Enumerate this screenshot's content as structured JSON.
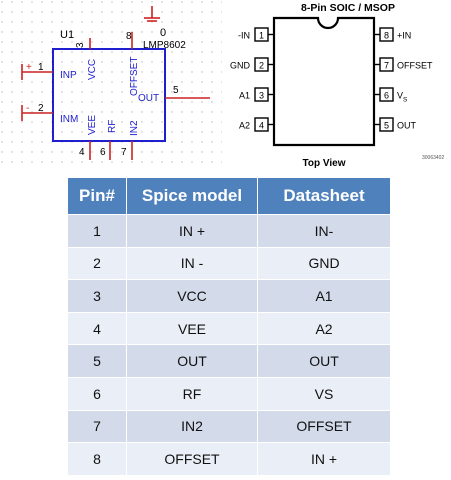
{
  "schematic": {
    "ref": "U1",
    "part": "LMP8602",
    "gnd_node": "0",
    "pin_labels": {
      "inp": "INP",
      "inm": "INM",
      "vcc": "VCC",
      "vee": "VEE",
      "rf": "RF",
      "in2": "IN2",
      "offset": "OFFSET",
      "out": "OUT"
    },
    "pin_numbers": {
      "p1": "1",
      "p2": "2",
      "p3": "3",
      "p4": "4",
      "p5": "5",
      "p6": "6",
      "p7": "7",
      "p8": "8"
    },
    "in_plus": "+",
    "in_minus": "-"
  },
  "package": {
    "title": "8-Pin SOIC / MSOP",
    "left_pins": [
      {
        "num": "1",
        "label": "-IN"
      },
      {
        "num": "2",
        "label": "GND"
      },
      {
        "num": "3",
        "label": "A1"
      },
      {
        "num": "4",
        "label": "A2"
      }
    ],
    "right_pins": [
      {
        "num": "8",
        "label": "+IN"
      },
      {
        "num": "7",
        "label": "OFFSET"
      },
      {
        "num": "6",
        "label": "V",
        "sub": "S"
      },
      {
        "num": "5",
        "label": "OUT"
      }
    ],
    "caption": "Top View",
    "doc_id": "30063402"
  },
  "table": {
    "headers": [
      "Pin#",
      "Spice model",
      "Datasheet"
    ],
    "rows": [
      [
        "1",
        "IN +",
        "IN-"
      ],
      [
        "2",
        "IN -",
        "GND"
      ],
      [
        "3",
        "VCC",
        "A1"
      ],
      [
        "4",
        "VEE",
        "A2"
      ],
      [
        "5",
        "OUT",
        "OUT"
      ],
      [
        "6",
        "RF",
        "VS"
      ],
      [
        "7",
        "IN2",
        "OFFSET"
      ],
      [
        "8",
        "OFFSET",
        "IN +"
      ]
    ]
  },
  "colors": {
    "body_outline": "#1f1fd0",
    "wire": "#cc2222",
    "header_bg": "#4f81bd",
    "row_odd": "#d3dbeb",
    "row_even": "#eaeef6"
  }
}
